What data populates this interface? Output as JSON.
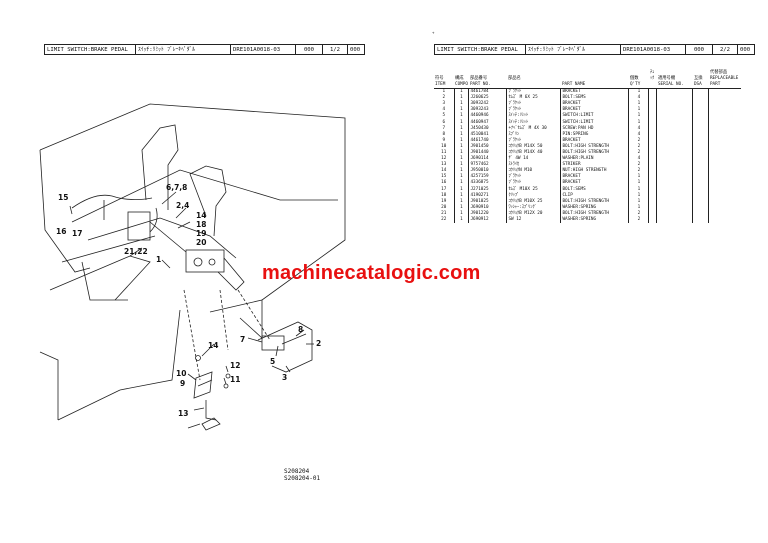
{
  "left_header": {
    "title": "LIMIT SWITCH:BRAKE PEDAL",
    "jp_title": "ｽｲｯﾁ:ﾘﾐｯﾄ ﾌﾞﾚｰｷﾍﾟﾀﾞﾙ",
    "code": "DRE101A0018-03",
    "num": "000",
    "page": "1/2",
    "suffix": "000"
  },
  "right_header": {
    "title": "LIMIT SWITCH:BRAKE PEDAL",
    "jp_title": "ｽｲｯﾁ:ﾘﾐｯﾄ ﾌﾞﾚｰｷﾍﾟﾀﾞﾙ",
    "code": "DRE101A0018-03",
    "num": "000",
    "page": "2/2",
    "suffix": "000"
  },
  "table_headers": {
    "item_jp": "符号",
    "item_en": "ITEM",
    "comp_jp": "構成",
    "comp_en": "COMPO",
    "partno_jp": "部品番号",
    "partno_en": "PART NO.",
    "jpname": "部品名",
    "partname": "PART NAME",
    "qty_jp": "個数",
    "qty_en": "Q'TY",
    "check": "ﾁｪｯｸ",
    "serial_jp": "適用号機",
    "serial_en": "SERIAL NO.",
    "dash_jp": "互換",
    "dash_en": "DSA",
    "repl_jp": "代替部品",
    "repl_en": "REPLACEABLE PART"
  },
  "parts": [
    {
      "item": "1",
      "comp": "1",
      "part_no": "4461784",
      "jp": "ﾌﾞﾗｹｯﾄ",
      "name": "BRACKET",
      "qty": "1"
    },
    {
      "item": "2",
      "comp": "1",
      "part_no": "J260625",
      "jp": "ｾﾑｽﾞ M 6X 25",
      "name": "BOLT:SEMS",
      "qty": "4"
    },
    {
      "item": "3",
      "comp": "1",
      "part_no": "3093242",
      "jp": "ﾌﾞﾗｹｯﾄ",
      "name": "BRACKET",
      "qty": "1"
    },
    {
      "item": "4",
      "comp": "1",
      "part_no": "3093243",
      "jp": "ﾌﾞﾗｹｯﾄ",
      "name": "BRACKET",
      "qty": "1"
    },
    {
      "item": "5",
      "comp": "1",
      "part_no": "4460946",
      "jp": "ｽｲｯﾁ:ﾘﾐｯﾄ",
      "name": "SWITCH:LIMIT",
      "qty": "1"
    },
    {
      "item": "6",
      "comp": "1",
      "part_no": "4460947",
      "jp": "ｽｲｯﾁ:ﾘﾐｯﾄ",
      "name": "SWITCH:LIMIT",
      "qty": "1"
    },
    {
      "item": "7",
      "comp": "1",
      "part_no": "J450430",
      "jp": "+ﾅﾍﾞｾﾑｽﾞ M 4X 30",
      "name": "SCREW:PAN HD",
      "qty": "4"
    },
    {
      "item": "8",
      "comp": "1",
      "part_no": "4510041",
      "jp": "ｽﾌﾟﾘﾝ",
      "name": "PIN:SPRING",
      "qty": "4"
    },
    {
      "item": "9",
      "comp": "1",
      "part_no": "4461740",
      "jp": "ﾌﾞﾗｹｯﾄ",
      "name": "BRACKET",
      "qty": "2"
    },
    {
      "item": "10",
      "comp": "1",
      "part_no": "J901450",
      "jp": "ｺｳﾘｮｸB M14X 50",
      "name": "BOLT:HIGH STRENGTH",
      "qty": "2"
    },
    {
      "item": "11",
      "comp": "1",
      "part_no": "J901440",
      "jp": "ｺｳﾘｮｸB M14X 40",
      "name": "BOLT:HIGH STRENGTH",
      "qty": "2"
    },
    {
      "item": "12",
      "comp": "1",
      "part_no": "J690114",
      "jp": "ｻﾞ 4W 14",
      "name": "WASHER:PLAIN",
      "qty": "4"
    },
    {
      "item": "13",
      "comp": "1",
      "part_no": "9757462",
      "jp": "ｽﾄﾗｲｶ",
      "name": "STRIKER",
      "qty": "2"
    },
    {
      "item": "14",
      "comp": "1",
      "part_no": "J950010",
      "jp": "ｺｳﾘｮｸN M10",
      "name": "NUT:HIGH STRENGTH",
      "qty": "2"
    },
    {
      "item": "15",
      "comp": "1",
      "part_no": "4257159",
      "jp": "ﾌﾞﾗｹｯﾄ",
      "name": "BRACKET",
      "qty": "1"
    },
    {
      "item": "16",
      "comp": "1",
      "part_no": "4336875",
      "jp": "ﾌﾞﾗｹｯﾄ",
      "name": "BRACKET",
      "qty": "1"
    },
    {
      "item": "17",
      "comp": "1",
      "part_no": "J271025",
      "jp": "ｾﾑｽﾞ M10X 25",
      "name": "BOLT:SEMS",
      "qty": "1"
    },
    {
      "item": "18",
      "comp": "1",
      "part_no": "4190271",
      "jp": "ｸﾘｯﾌﾟ",
      "name": "CLIP",
      "qty": "1"
    },
    {
      "item": "19",
      "comp": "1",
      "part_no": "J901025",
      "jp": "ｺｳﾘｮｸB M10X 25",
      "name": "BOLT:HIGH STRENGTH",
      "qty": "1"
    },
    {
      "item": "20",
      "comp": "1",
      "part_no": "J690910",
      "jp": "ﾜｯｼｬｰ:ｽﾌﾟﾘﾝｸﾞ",
      "name": "WASHER:SPRING",
      "qty": "1"
    },
    {
      "item": "21",
      "comp": "1",
      "part_no": "J901220",
      "jp": "ｺｳﾘｮｸB M12X 20",
      "name": "BOLT:HIGH STRENGTH",
      "qty": "2"
    },
    {
      "item": "22",
      "comp": "1",
      "part_no": "J690912",
      "jp": "SW 12",
      "name": "WASHER:SPRING",
      "qty": "2"
    }
  ],
  "callouts": {
    "c15": "15",
    "c16": "16",
    "c17": "17",
    "c678": "6,7,8",
    "c24": "2,4",
    "c14a": "14",
    "c18": "18",
    "c19": "19",
    "c20": "20",
    "c2122": "21,22",
    "c1": "1",
    "c7": "7",
    "c8": "8",
    "c2": "2",
    "c14b": "14",
    "c5": "5",
    "c12": "12",
    "c10": "10",
    "c9": "9",
    "c11": "11",
    "c3": "3",
    "c13": "13"
  },
  "figure_numbers": {
    "fig1": "S208204",
    "fig2": "S208204-01"
  },
  "watermark": "machinecatalogic.com"
}
